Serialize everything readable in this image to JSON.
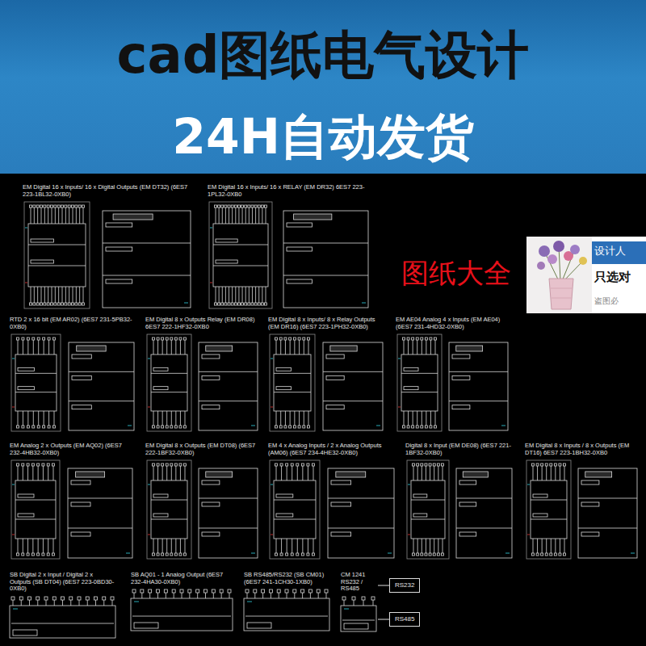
{
  "diagram": {
    "title": "cad图纸电气设计",
    "nodes": [
      {
        "text": [
          "EM Digital 16 x Inputs/ 16 x Digital Outputs (EM DT32) (6ES7 223-1BL32-0XB0)"
        ]
      },
      {
        "text": [
          "EM Digital 16 x Inputs/ 16 x RELAY (EM DR32) 6ES7 223-1PL32-0XB0"
        ]
      },
      {
        "text": [
          "RTD 2 x 16 bit (EM AR02) (6ES7 231-5PB32-0XB0)"
        ]
      },
      {
        "text": [
          "EM Digital 8 x Outputs Relay (EM DR08) 6ES7 222-1HF32-0XB0"
        ]
      },
      {
        "text": [
          "EM Digital 8 x Inputs/ 8 x Relay Outputs (EM DR16) (6ES7 223-1PH32-0XB0)"
        ]
      },
      {
        "text": [
          "EM AE04 Analog 4 x Inputs (EM AE04) (6ES7 231-4HD32-0XB0)"
        ]
      },
      {
        "text": [
          "EM Analog 2 x Outputs (EM AQ02) (6ES7 232-4HB32-0XB0)"
        ]
      },
      {
        "text": [
          "EM Digital 8 x Outputs (EM DT08) (6ES7 222-1BF32-0XB0)"
        ]
      },
      {
        "text": [
          "EM 4 x Analog Inputs / 2 x Analog Outputs (AM06) (6ES7 234-4HE32-0XB0)"
        ]
      },
      {
        "text": [
          "Digital 8 x Input (EM DE08) (6ES7 221-1BF32-0XB0)"
        ]
      },
      {
        "text": [
          "EM Digital 8 x Inputs / 8 x Outputs (EM DT16) 6ES7 223-1BH32-0XB0"
        ]
      },
      {
        "text": [
          "SB Digital 2 x Input / Digital 2 x Outputs (SB DT04) (6ES7 223-0BD30-0XB0)"
        ]
      },
      {
        "text": [
          "SB AQ01 - 1 Analog Output (6ES7 232-4HA30-0XB0)"
        ]
      },
      {
        "text": [
          "SB RS485/RS232 (SB CM01) (6ES7 241-1CH30-1XB0)"
        ]
      },
      {
        "text": [
          "CM 1241 RS232 / RS485"
        ]
      },
      {
        "text": [
          "RS232"
        ]
      },
      {
        "text": [
          "RS485"
        ]
      }
    ],
    "edges": [
      {
        "from": 14,
        "to": 15,
        "arrow": "none"
      },
      {
        "from": 14,
        "to": 16,
        "arrow": "none"
      }
    ],
    "labels": [
      "24H自动发货",
      "图纸大全",
      "设计人",
      "只选对",
      "盗图必"
    ]
  }
}
